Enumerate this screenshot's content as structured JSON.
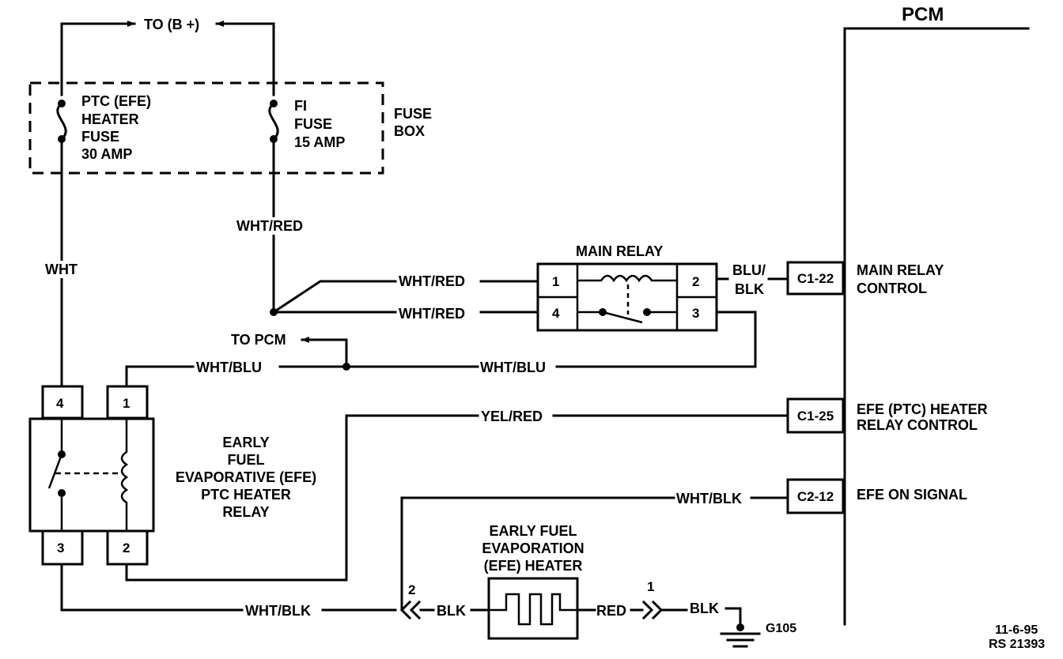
{
  "diagram": {
    "pcm_title": "PCM",
    "to_b_plus": "TO (B +)",
    "fuse_box": {
      "line1": "FUSE",
      "line2": "BOX"
    },
    "ptc_fuse": {
      "line1": "PTC (EFE)",
      "line2": "HEATER",
      "line3": "FUSE",
      "line4": "30 AMP"
    },
    "fi_fuse": {
      "line1": "FI",
      "line2": "FUSE",
      "line3": "15 AMP"
    },
    "wires": {
      "wht": "WHT",
      "wht_red_vertical": "WHT/RED",
      "wht_red_pin1": "WHT/RED",
      "wht_red_pin4": "WHT/RED",
      "blu_blk_1": "BLU/",
      "blu_blk_2": "BLK",
      "wht_blu_left": "WHT/BLU",
      "wht_blu_right": "WHT/BLU",
      "yel_red": "YEL/RED",
      "wht_blk_signal": "WHT/BLK",
      "wht_blk_bottom": "WHT/BLK",
      "blk_left": "BLK",
      "red": "RED",
      "blk_right": "BLK"
    },
    "to_pcm": "TO PCM",
    "main_relay": {
      "title": "MAIN RELAY",
      "pin1": "1",
      "pin2": "2",
      "pin3": "3",
      "pin4": "4"
    },
    "efe_relay": {
      "pin1": "1",
      "pin2": "2",
      "pin3": "3",
      "pin4": "4",
      "label": {
        "line1": "EARLY",
        "line2": "FUEL",
        "line3": "EVAPORATIVE (EFE)",
        "line4": "PTC HEATER",
        "line5": "RELAY"
      }
    },
    "heater": {
      "line1": "EARLY FUEL",
      "line2": "EVAPORATION",
      "line3": "(EFE) HEATER"
    },
    "connectors": {
      "c2": "2",
      "c1": "1"
    },
    "ground": "G105",
    "pcm_pins": [
      {
        "code": "C1-22",
        "desc1": "MAIN RELAY",
        "desc2": "CONTROL"
      },
      {
        "code": "C1-25",
        "desc1": "EFE (PTC) HEATER",
        "desc2": "RELAY CONTROL"
      },
      {
        "code": "C2-12",
        "desc1": "EFE ON SIGNAL",
        "desc2": ""
      }
    ],
    "footer": {
      "date": "11-6-95",
      "ref": "RS 21393"
    }
  }
}
